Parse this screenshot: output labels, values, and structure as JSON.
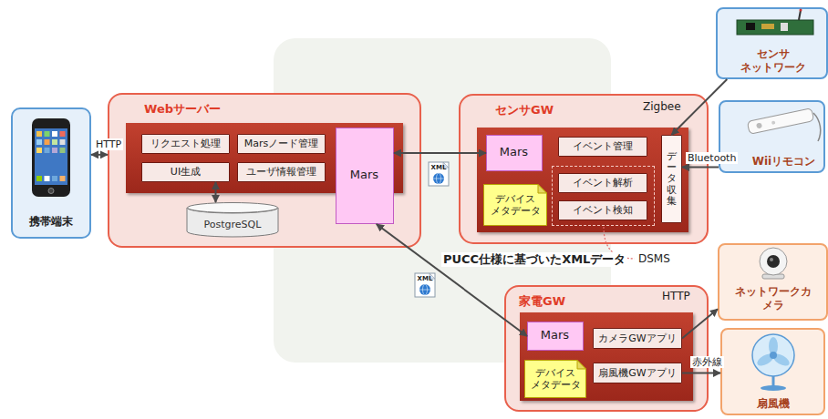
{
  "diagram": {
    "nodes": [
      {
        "text": [
          "携帯端末"
        ]
      },
      {
        "text": [
          "Webサーバー"
        ]
      },
      {
        "text": [
          "リクエスト処理"
        ],
        "in": 1
      },
      {
        "text": [
          "Marsノード管理"
        ],
        "in": 1
      },
      {
        "text": [
          "UI生成"
        ],
        "in": 1
      },
      {
        "text": [
          "ユーザ情報管理"
        ],
        "in": 1
      },
      {
        "text": [
          "Mars"
        ],
        "in": 1
      },
      {
        "text": [
          "PostgreSQL"
        ],
        "in": 1
      },
      {
        "text": [
          "センサGW"
        ]
      },
      {
        "text": [
          "Mars"
        ],
        "in": 8
      },
      {
        "text": [
          "イベント管理"
        ],
        "in": 8
      },
      {
        "text": [
          "イベント解析"
        ],
        "in": 8
      },
      {
        "text": [
          "イベント検知"
        ],
        "in": 8
      },
      {
        "text": [
          "デバイス メタデータ"
        ],
        "in": 8
      },
      {
        "text": [
          "データ収集"
        ],
        "in": 8
      },
      {
        "text": [
          "家電GW"
        ]
      },
      {
        "text": [
          "Mars"
        ],
        "in": 15
      },
      {
        "text": [
          "カメラGWアプリ"
        ],
        "in": 15
      },
      {
        "text": [
          "扇風機GWアプリ"
        ],
        "in": 15
      },
      {
        "text": [
          "デバイス メタデータ"
        ],
        "in": 15
      },
      {
        "text": [
          "センサ ネットワーク"
        ]
      },
      {
        "text": [
          "Wiiリモコン"
        ]
      },
      {
        "text": [
          "ネットワークカ メラ"
        ]
      },
      {
        "text": [
          "扇風機"
        ]
      }
    ],
    "edges": [
      {
        "from": 0,
        "to": 1,
        "arrow": "both",
        "label": "HTTP"
      },
      {
        "from": 6,
        "to": 9,
        "arrow": "both"
      },
      {
        "from": 6,
        "to": 16,
        "arrow": "both"
      },
      {
        "from": 4,
        "to": 7,
        "arrow": "both"
      },
      {
        "from": 20,
        "to": 14,
        "arrow": "to"
      },
      {
        "from": 21,
        "to": 14,
        "arrow": "to",
        "label": "Bluetooth"
      },
      {
        "from": 17,
        "to": 22,
        "arrow": "to"
      },
      {
        "from": 18,
        "to": 23,
        "arrow": "to",
        "label": "赤外線"
      }
    ],
    "labels": [
      "Zigbee",
      "HTTP",
      "PUCC仕様に基づいたXMLデータ",
      "DSMS",
      "XML",
      "XML"
    ]
  }
}
